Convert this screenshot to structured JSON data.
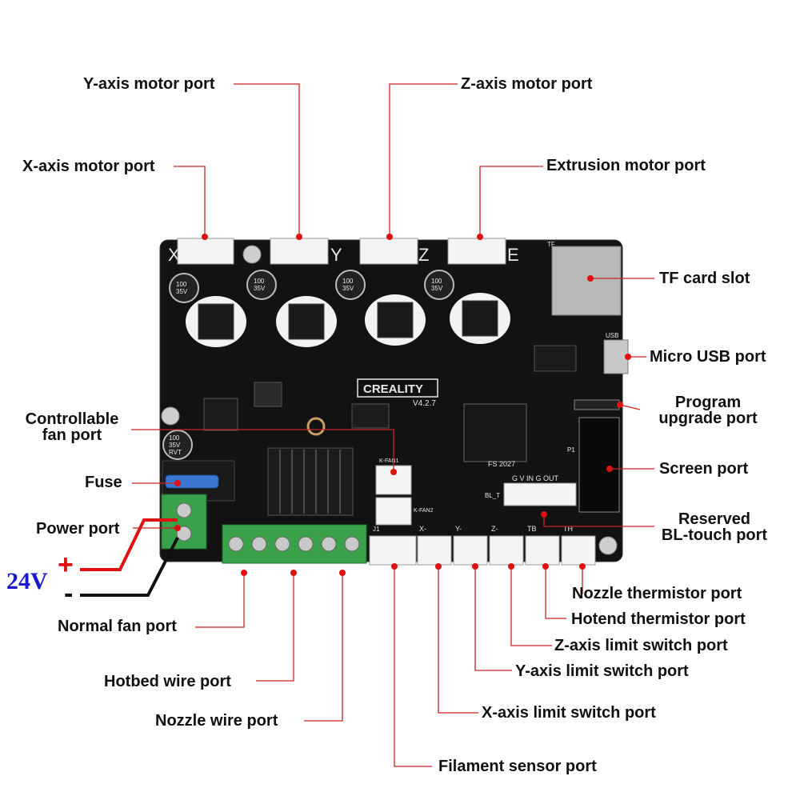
{
  "board": {
    "brand": "CREALITY",
    "version": "V4.2.7",
    "axis_marks": [
      "X",
      "Y",
      "Z",
      "E"
    ],
    "capacitor_marking": [
      "100",
      "35V",
      "RVT"
    ],
    "chip_marking": "FS 2027",
    "usb_silk": "USB",
    "tf_silk": "TF",
    "screen_silk": "P1",
    "header_silk": "G V IN G OUT",
    "bl_silk": "BL_T",
    "limit_silk": [
      "J1",
      "X-",
      "Y-",
      "Z-",
      "TB",
      "TH"
    ],
    "fan_silk": [
      "K-FAN1",
      "K-FAN2"
    ]
  },
  "voltage": {
    "label": "24V",
    "plus": "+",
    "minus": "-"
  },
  "colors": {
    "leader_line": "#cc2222",
    "voltage_text": "#1a1acc",
    "positive_wire": "#dd1111",
    "negative_wire": "#111111",
    "pcb": "#111111",
    "terminal_block": "#3aa14a"
  },
  "labels": {
    "y_motor": "Y-axis motor port",
    "z_motor": "Z-axis motor port",
    "x_motor": "X-axis motor port",
    "extrusion_motor": "Extrusion motor port",
    "tf_slot": "TF card slot",
    "micro_usb": "Micro USB port",
    "program_upgrade_1": "Program",
    "program_upgrade_2": "upgrade port",
    "controllable_fan_1": "Controllable",
    "controllable_fan_2": "fan port",
    "screen": "Screen port",
    "fuse": "Fuse",
    "reserved_1": "Reserved",
    "reserved_2": "BL-touch  port",
    "power": "Power port",
    "nozzle_thermistor": "Nozzle thermistor port",
    "hotend_thermistor": "Hotend thermistor port",
    "normal_fan": "Normal fan port",
    "z_limit": "Z-axis limit switch port",
    "y_limit": "Y-axis limit switch port",
    "hotbed_wire": "Hotbed wire port",
    "nozzle_wire": "Nozzle wire port",
    "x_limit": "X-axis limit switch port",
    "filament_sensor": "Filament sensor port"
  }
}
